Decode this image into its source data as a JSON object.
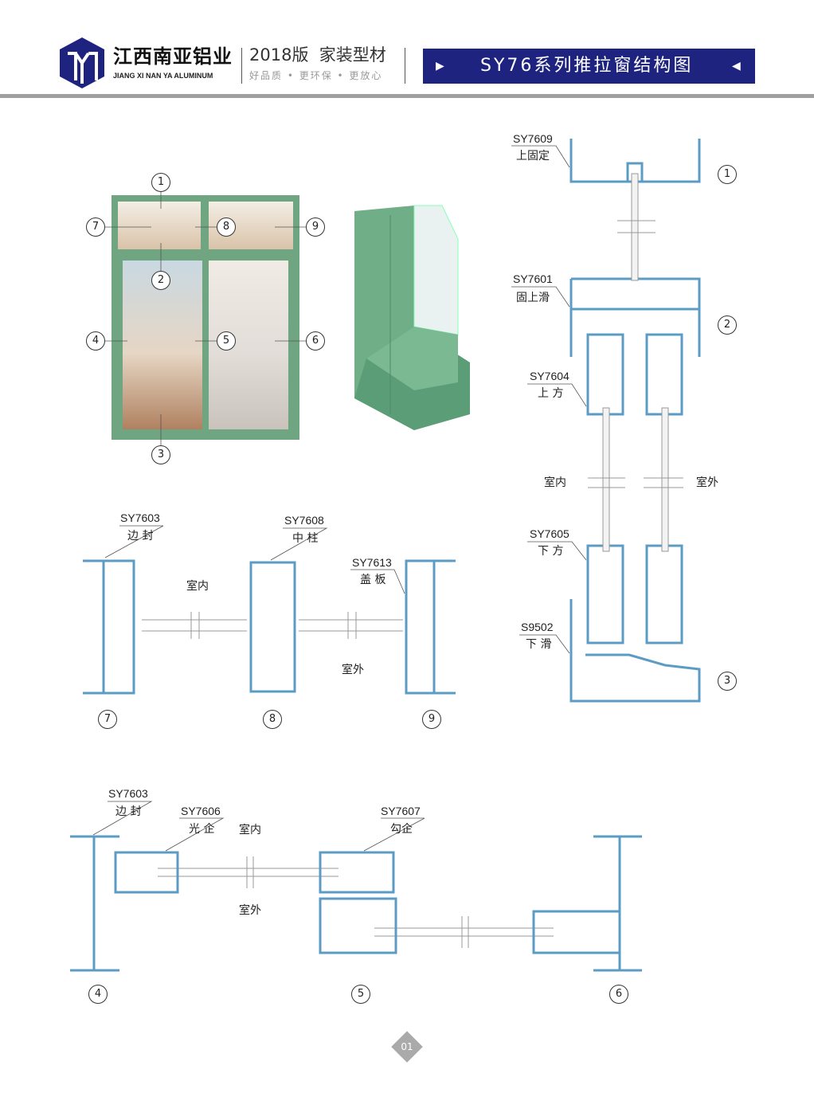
{
  "header": {
    "company_cn": "江西南亚铝业",
    "company_en": "JIANG XI NAN YA ALUMINUM",
    "edition": "2018版  家装型材",
    "slogan": "好品质 • 更环保 • 更放心",
    "title": "SY76系列推拉窗结构图",
    "brand_color": "#1e2380"
  },
  "photo_callouts": [
    "1",
    "2",
    "3",
    "4",
    "5",
    "6",
    "7",
    "8",
    "9"
  ],
  "right_section": {
    "parts": [
      {
        "code": "SY7609",
        "name": "上固定",
        "num": "1"
      },
      {
        "code": "SY7601",
        "name": "固上滑",
        "num": "2"
      },
      {
        "code": "SY7604",
        "name": "上 方"
      },
      {
        "code": "SY7605",
        "name": "下 方"
      },
      {
        "code": "S9502",
        "name": "下 滑",
        "num": "3"
      }
    ],
    "inside": "室内",
    "outside": "室外"
  },
  "middle_section": {
    "parts": [
      {
        "code": "SY7603",
        "name": "边 封",
        "num": "7"
      },
      {
        "code": "SY7608",
        "name": "中 柱",
        "num": "8"
      },
      {
        "code": "SY7613",
        "name": "盖 板",
        "num": "9"
      }
    ],
    "inside": "室内",
    "outside": "室外"
  },
  "bottom_section": {
    "parts": [
      {
        "code": "SY7603",
        "name": "边 封",
        "num": "4"
      },
      {
        "code": "SY7606",
        "name": "光 企",
        "num": "5"
      },
      {
        "code": "SY7607",
        "name": "勾企",
        "num": "6"
      }
    ],
    "inside": "室内",
    "outside": "室外"
  },
  "page_number": "01"
}
